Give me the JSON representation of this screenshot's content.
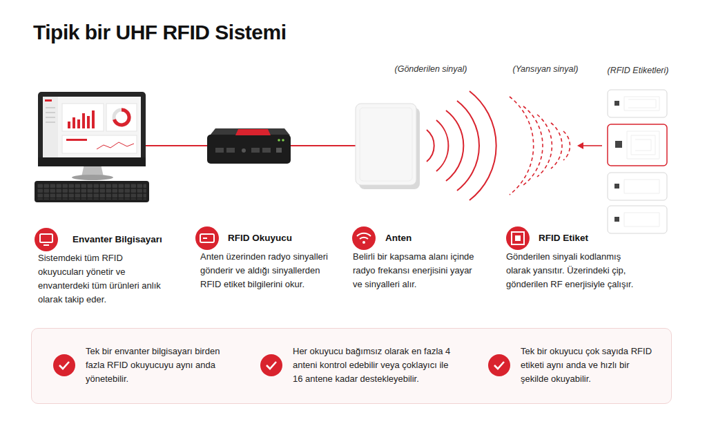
{
  "diagram": {
    "title": "Tipik bir UHF RFID Sistemi",
    "nodes": [
      {
        "text": [
          "Envanter Bilgisayarı",
          "Sistemdeki tüm RFID okuyucuları yönetir ve envanterdeki tüm ürünleri anlık olarak takip eder."
        ]
      },
      {
        "text": [
          "RFID Okuyucu",
          "Anten üzerinden radyo sinyalleri gönderir ve aldığı sinyallerden RFID etiket bilgilerini okur."
        ]
      },
      {
        "text": [
          "Anten",
          "Belirli bir kapsama alanı içinde radyo frekansı enerjisini yayar ve sinyalleri alır."
        ]
      },
      {
        "text": [
          "RFID Etiket",
          "Gönderilen sinyali kodlanmış olarak yansıtır. Üzerindeki çip, gönderilen RF enerjisiyle çalışır."
        ]
      },
      {
        "text": [
          "Tek bir envanter bilgisayarı birden fazla RFID okuyucuyu aynı anda yönetebilir.",
          "Her okuyucu bağımsız olarak en fazla 4 anteni kontrol edebilir veya çoklayıcı ile 16 antene kadar destekleyebilir.",
          "Tek bir okuyucu çok sayıda RFID etiketi aynı anda ve hızlı bir şekilde okuyabilir."
        ]
      }
    ],
    "labels": [
      "(Gönderilen sinyal)",
      "(Yansıyan sinyal)",
      "(RFID Etiketleri)"
    ]
  }
}
